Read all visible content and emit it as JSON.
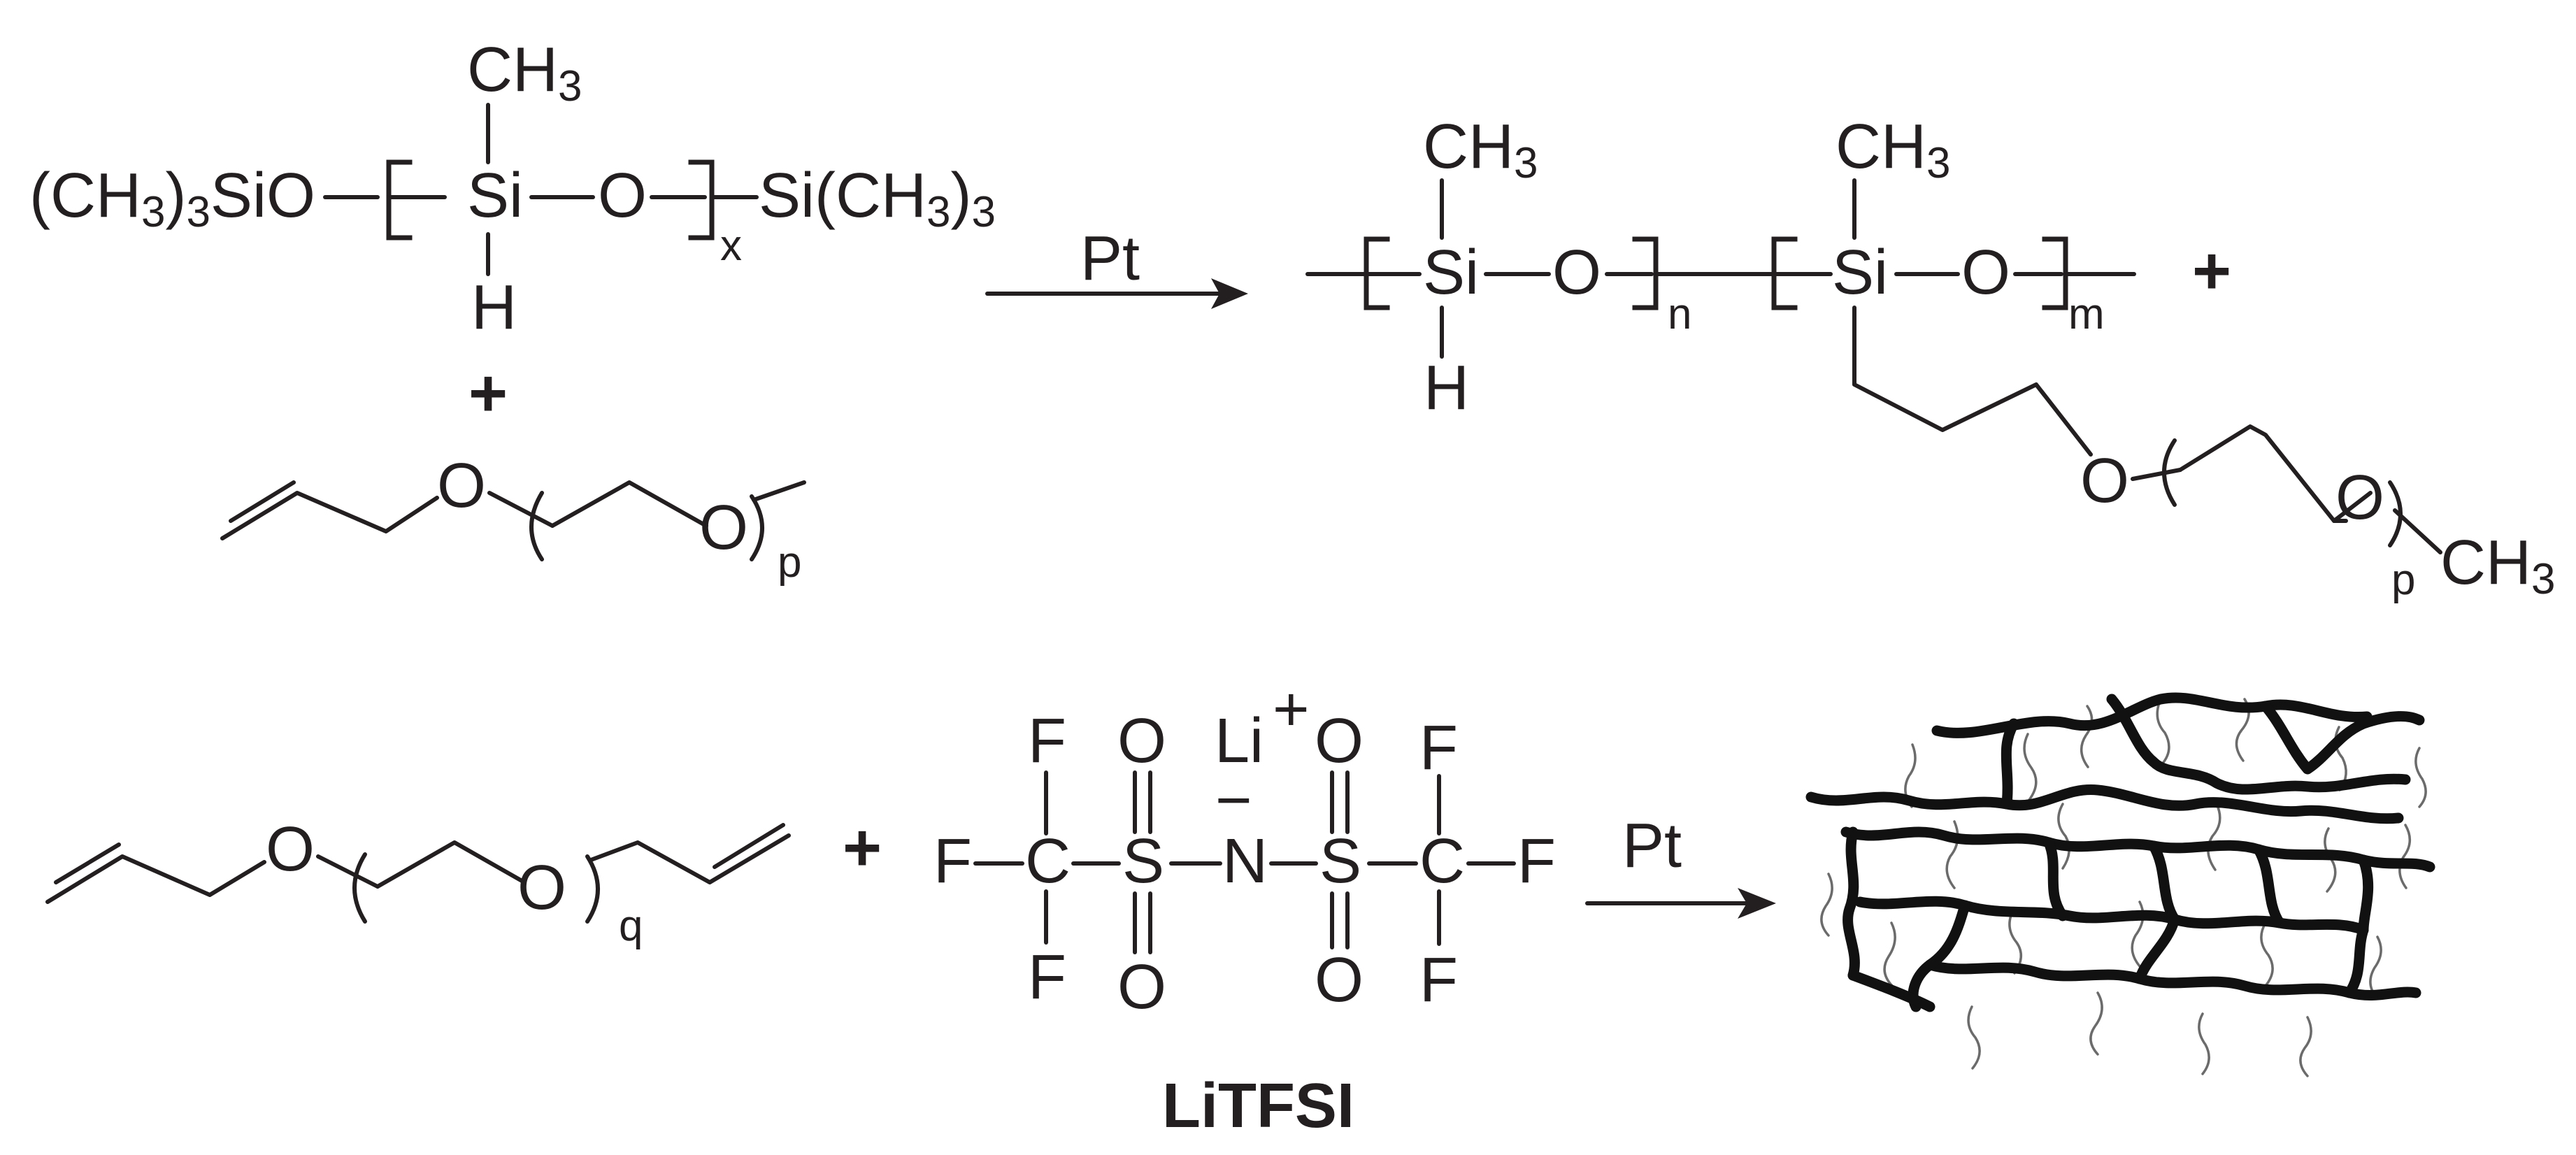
{
  "reaction1": {
    "methyl": "CH",
    "methyl_sub": "3",
    "left_group_a": "(CH",
    "left_group_sub": "3",
    "left_group_b": ")",
    "left_group_sub2": "3",
    "left_group_c": "SiO",
    "si": "Si",
    "oxygen": "O",
    "hydrogen": "H",
    "repeat_x": "x",
    "right_group_a": "Si(CH",
    "right_group_sub": "3",
    "right_group_b": ")",
    "right_group_sub2": "3",
    "plus": "+",
    "peg_oxygen1": "O",
    "peg_oxygen2": "O",
    "repeat_p": "p",
    "catalyst": "Pt"
  },
  "product1": {
    "methyl_a": "CH",
    "methyl_a_sub": "3",
    "si_a": "Si",
    "o_a": "O",
    "h_a": "H",
    "repeat_n": "n",
    "methyl_b": "CH",
    "methyl_b_sub": "3",
    "si_b": "Si",
    "o_b": "O",
    "repeat_m": "m",
    "plus": "+",
    "peg_oxygen1": "O",
    "peg_oxygen2": "O",
    "repeat_p": "p",
    "end_methyl": "CH",
    "end_methyl_sub": "3"
  },
  "reaction2": {
    "o1": "O",
    "o2": "O",
    "repeat_q": "q",
    "plus": "+",
    "litfsi": {
      "f_top_left": "F",
      "f_left": "F",
      "f_bottom_left": "F",
      "c_left": "C",
      "s_left": "S",
      "o_top_left": "O",
      "o_bottom_left": "O",
      "n": "N",
      "n_charge": "−",
      "li": "Li",
      "li_charge": "+",
      "o_top_right": "O",
      "s_right": "S",
      "o_bottom_right": "O",
      "c_right": "C",
      "f_top_right": "F",
      "f_right": "F",
      "f_bottom_right": "F",
      "name": "LiTFSI"
    },
    "catalyst": "Pt"
  },
  "colors": {
    "ink": "#231f20",
    "network": "#111111",
    "pendant": "#6b6b6b",
    "background": "#ffffff"
  }
}
